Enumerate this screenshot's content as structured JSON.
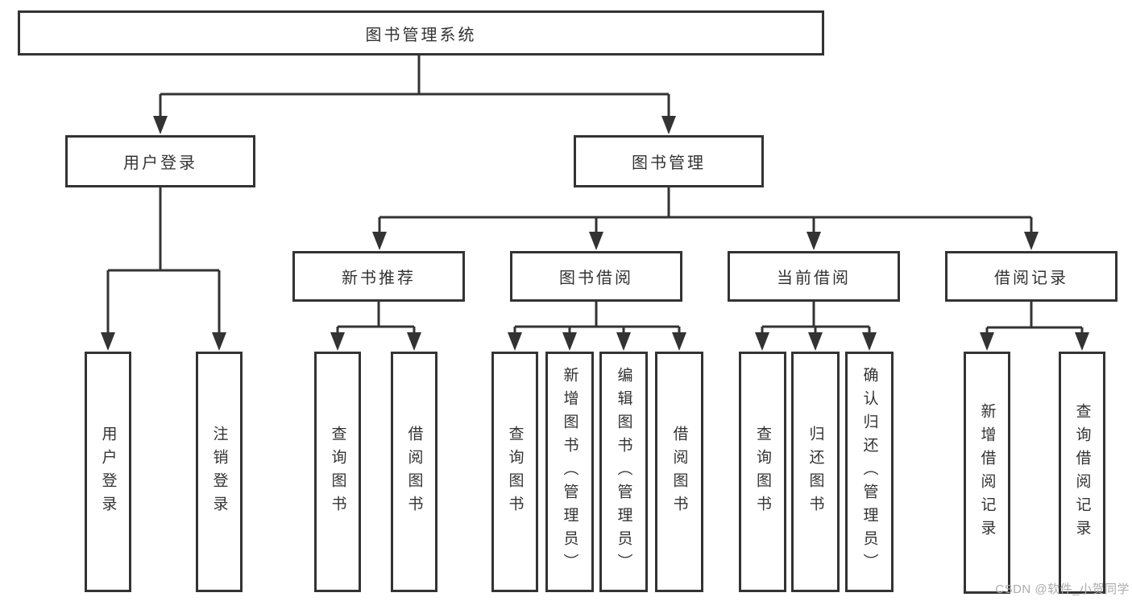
{
  "style": {
    "background": "#ffffff",
    "line_color": "#333333",
    "box_border_color": "#333333",
    "box_fill": "#ffffff",
    "text_color": "#333333",
    "watermark_color": "#ababab"
  },
  "watermark": {
    "text": "CSDN @软件_小贺同学"
  },
  "tree": {
    "label": "图书管理系统",
    "children": [
      {
        "label": "用户登录",
        "children": [
          {
            "label": "用户登录"
          },
          {
            "label": "注销登录"
          }
        ]
      },
      {
        "label": "图书管理",
        "children": [
          {
            "label": "新书推荐",
            "children": [
              {
                "label": "查询图书"
              },
              {
                "label": "借阅图书"
              }
            ]
          },
          {
            "label": "图书借阅",
            "children": [
              {
                "label": "查询图书"
              },
              {
                "label": "新增图书（管理员）"
              },
              {
                "label": "编辑图书（管理员）"
              },
              {
                "label": "借阅图书"
              }
            ]
          },
          {
            "label": "当前借阅",
            "children": [
              {
                "label": "查询图书"
              },
              {
                "label": "归还图书"
              },
              {
                "label": "确认归还（管理员）"
              }
            ]
          },
          {
            "label": "借阅记录",
            "children": [
              {
                "label": "新增借阅记录"
              },
              {
                "label": "查询借阅记录"
              }
            ]
          }
        ]
      }
    ]
  }
}
